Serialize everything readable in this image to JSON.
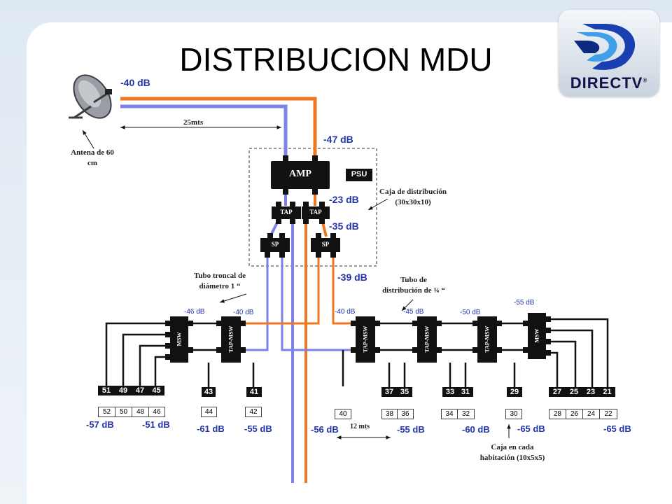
{
  "title": "DISTRIBUCION MDU",
  "logo": {
    "text": "DIRECTV",
    "mark": "®"
  },
  "antenna": {
    "label": "Antena de 60 cm"
  },
  "cable_length": "25mts",
  "room_spacing": "12 mts",
  "amp": {
    "label": "AMP",
    "psu": "PSU"
  },
  "taps": [
    "TAP",
    "TAP"
  ],
  "splitters": [
    "SP",
    "SP"
  ],
  "levels": {
    "antenna": "-40 dB",
    "amp_in": "-47 dB",
    "tap": "-23 dB",
    "sp": "-35 dB",
    "trunk_right": "-39 dB",
    "bottom": [
      "-57 dB",
      "-51 dB",
      "-61 dB",
      "-55 dB",
      "-56 dB",
      "-55 dB",
      "-60 dB",
      "-65 dB",
      "-65 dB"
    ],
    "small": [
      "-46 dB",
      "-40 dB",
      "-40 dB",
      "-45 dB",
      "-50 dB",
      "-55 dB"
    ]
  },
  "notes": {
    "box": "Caja de distribución (30x30x10)",
    "trunk": "Tubo troncal de diámetro 1 “",
    "dist": "Tubo de distribución de ¾ “",
    "room": "Caja en cada habitación (10x5x5)"
  },
  "devices": [
    "MSW",
    "TAP-MSW",
    "TAP-MSW",
    "TAP-MSW",
    "TAP-MSW",
    "MSW"
  ],
  "dark_groups": [
    [
      "51",
      "49",
      "47",
      "45"
    ],
    [
      "43"
    ],
    [
      "41"
    ],
    [
      "37",
      "35"
    ],
    [
      "33",
      "31"
    ],
    [
      "29"
    ],
    [
      "27",
      "25",
      "23",
      "21"
    ]
  ],
  "light_groups": [
    [
      "52",
      "50",
      "48",
      "46"
    ],
    [
      "44"
    ],
    [
      "42"
    ],
    [
      "40"
    ],
    [
      "38",
      "36"
    ],
    [
      "34",
      "32"
    ],
    [
      "30"
    ],
    [
      "28",
      "26",
      "24",
      "22"
    ]
  ],
  "colors": {
    "orange": "#ee7722",
    "blue": "#7d82ea",
    "label_blue": "#2234a8",
    "box": "#111111"
  }
}
